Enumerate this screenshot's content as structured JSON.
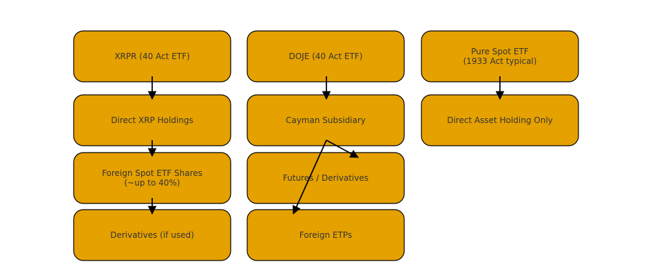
{
  "diagram": {
    "colors": {
      "node_fill": "#e5a100",
      "node_stroke": "#000000",
      "text": "#333333",
      "arrow": "#000000",
      "background": "#ffffff"
    },
    "nodes": [
      {
        "id": "xrpr",
        "lines": [
          "XRPR (40 Act ETF)"
        ]
      },
      {
        "id": "xrp_holdings",
        "lines": [
          "Direct XRP Holdings"
        ]
      },
      {
        "id": "foreign_spot",
        "lines": [
          "Foreign Spot ETF Shares",
          "(~up to 40%)"
        ]
      },
      {
        "id": "derivs_used",
        "lines": [
          "Derivatives (if used)"
        ]
      },
      {
        "id": "doje",
        "lines": [
          "DOJE (40 Act ETF)"
        ]
      },
      {
        "id": "cayman",
        "lines": [
          "Cayman Subsidiary"
        ]
      },
      {
        "id": "futures",
        "lines": [
          "Futures / Derivatives"
        ]
      },
      {
        "id": "foreign_etps",
        "lines": [
          "Foreign ETPs"
        ]
      },
      {
        "id": "pure_spot",
        "lines": [
          "Pure Spot ETF",
          "(1933 Act typical)"
        ]
      },
      {
        "id": "direct_asset",
        "lines": [
          "Direct Asset Holding Only"
        ]
      }
    ],
    "edges": [
      {
        "from": "xrpr",
        "to": "xrp_holdings"
      },
      {
        "from": "xrp_holdings",
        "to": "foreign_spot"
      },
      {
        "from": "foreign_spot",
        "to": "derivs_used"
      },
      {
        "from": "doje",
        "to": "cayman"
      },
      {
        "from": "cayman",
        "to": "futures"
      },
      {
        "from": "cayman",
        "to": "foreign_etps"
      },
      {
        "from": "pure_spot",
        "to": "direct_asset"
      }
    ]
  }
}
